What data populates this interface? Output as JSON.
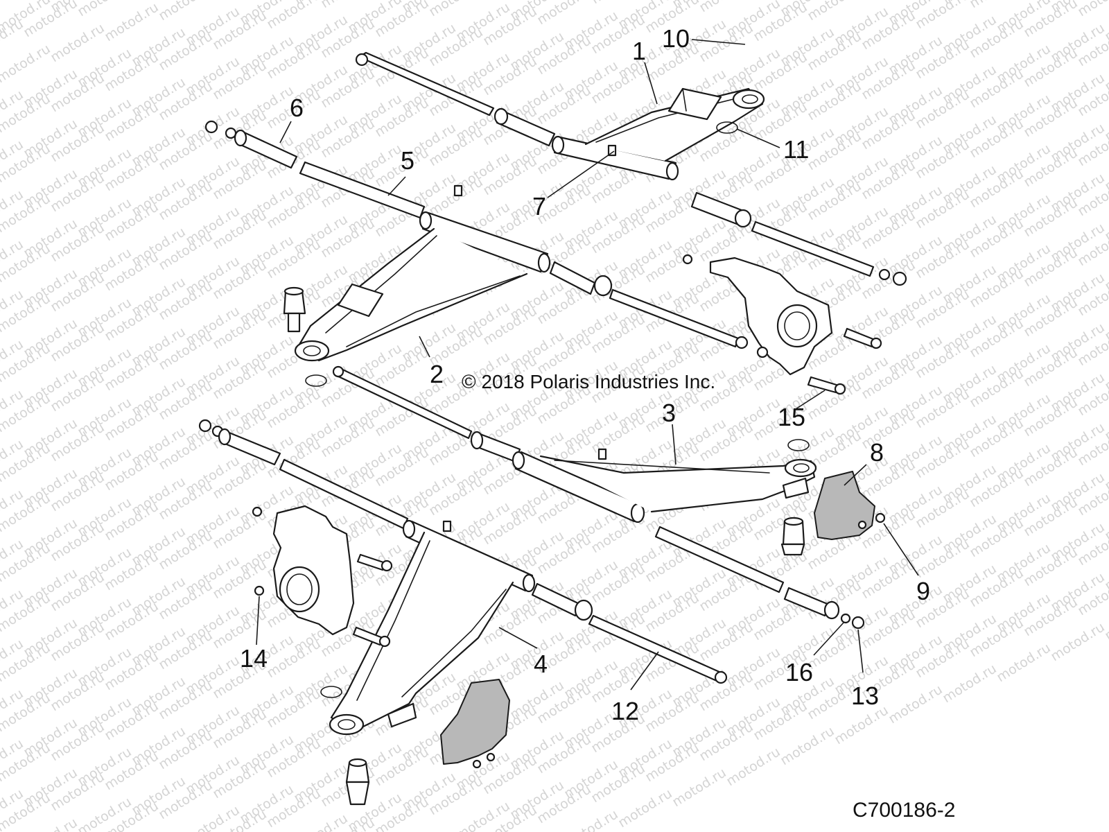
{
  "watermark": {
    "text": "motod.ru"
  },
  "copyright": "© 2018 Polaris Industries Inc.",
  "diagram_code": "C700186-2",
  "callouts": [
    "1",
    "2",
    "3",
    "4",
    "5",
    "6",
    "7",
    "8",
    "9",
    "10",
    "11",
    "12",
    "13",
    "14",
    "15",
    "16"
  ],
  "colors": {
    "line": "#1a1a1a",
    "plate_fill": "#b8b8b8",
    "watermark": "#d4d4d4"
  }
}
